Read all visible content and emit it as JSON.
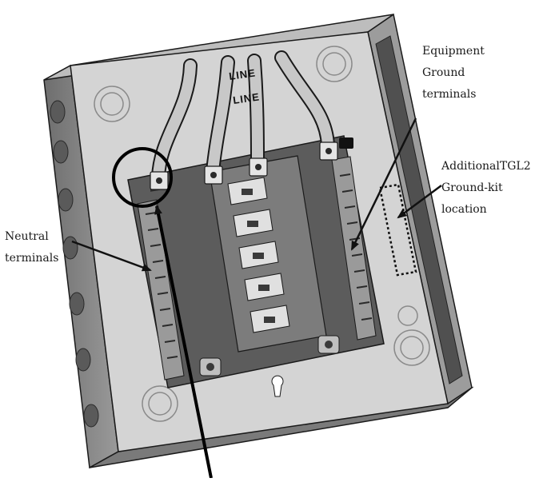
{
  "labels": {
    "equipment_ground": [
      "Equipment",
      "Ground",
      "terminals"
    ],
    "additional_kit": [
      "AdditionalTGL2",
      "Ground-kit",
      "location"
    ],
    "neutral": [
      "Neutral",
      "terminals"
    ]
  },
  "engraving": {
    "line1": "LINE",
    "line2": "LINE"
  },
  "colors": {
    "panel_face": "#d4d4d4",
    "panel_side": "#8a8a8a",
    "panel_dark": "#4a4a4a",
    "outline": "#1a1a1a",
    "label_text": "#1a1a1a",
    "background": "#ffffff"
  }
}
